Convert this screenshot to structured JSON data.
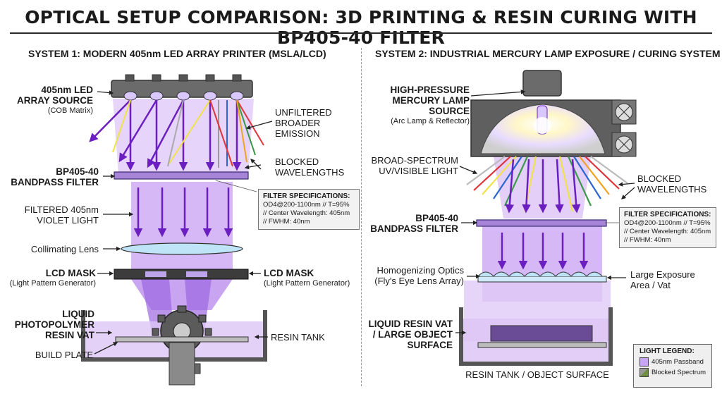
{
  "title": "OPTICAL SETUP COMPARISON: 3D PRINTING & RESIN CURING WITH BP405-40 FILTER",
  "system1": {
    "title": "SYSTEM 1: MODERN 405nm LED ARRAY PRINTER (MSLA/LCD)",
    "source_bold": "405nm LED\nARRAY SOURCE",
    "source_sub": "(COB Matrix)",
    "unfiltered": "UNFILTERED\nBROADER\nEMISSION",
    "blocked": "BLOCKED\nWAVELENGTHS",
    "filter_bold": "BP405-40\nBANDPASS FILTER",
    "filtered_light": "FILTERED 405nm\nVIOLET LIGHT",
    "collimating": "Collimating Lens",
    "lcd_left_bold": "LCD MASK",
    "lcd_left_sub": "(Light Pattern Generator)",
    "lcd_right_bold": "LCD MASK",
    "lcd_right_sub": "(Light Pattern Generator)",
    "vat_bold": "LIQUID\nPHOTOPOLYMER\nRESIN VAT",
    "build_plate": "BUILD PLATE",
    "resin_tank": "RESIN TANK"
  },
  "system2": {
    "title": "SYSTEM 2: INDUSTRIAL MERCURY LAMP EXPOSURE / CURING SYSTEM",
    "source_bold": "HIGH-PRESSURE\nMERCURY LAMP SOURCE",
    "source_sub": "(Arc Lamp & Reflector)",
    "broad": "BROAD-SPECTRUM\nUV/VISIBLE LIGHT",
    "blocked": "BLOCKED\nWAVELENGTHS",
    "filter_bold": "BP405-40\nBANDPASS FILTER",
    "homog": "Homogenizing Optics\n(Fly's Eye Lens Array)",
    "large": "Large Exposure\nArea / Vat",
    "vat_bold": "LIQUID RESIN VAT\n/ LARGE OBJECT\nSURFACE",
    "tank": "RESIN TANK / OBJECT SURFACE"
  },
  "spec": {
    "header": "FILTER SPECIFICATIONS:",
    "line1": "OD4@200-1100nm // T=95%",
    "line2": "// Center Wavelength: 405nm",
    "line3": "// FWHM: 40nm"
  },
  "legend": {
    "header": "LIGHT LEGEND:",
    "passband": "405nm Passband",
    "blocked": "Blocked Spectrum"
  },
  "colors": {
    "violet": "#7a2fc4",
    "violet_light": "#d9b8f5",
    "filter": "#9b7ad0",
    "housing": "#6b6b6b"
  },
  "icons": [
    "led-icon",
    "fan-icon",
    "gear-icon",
    "mercury-lamp-icon"
  ]
}
